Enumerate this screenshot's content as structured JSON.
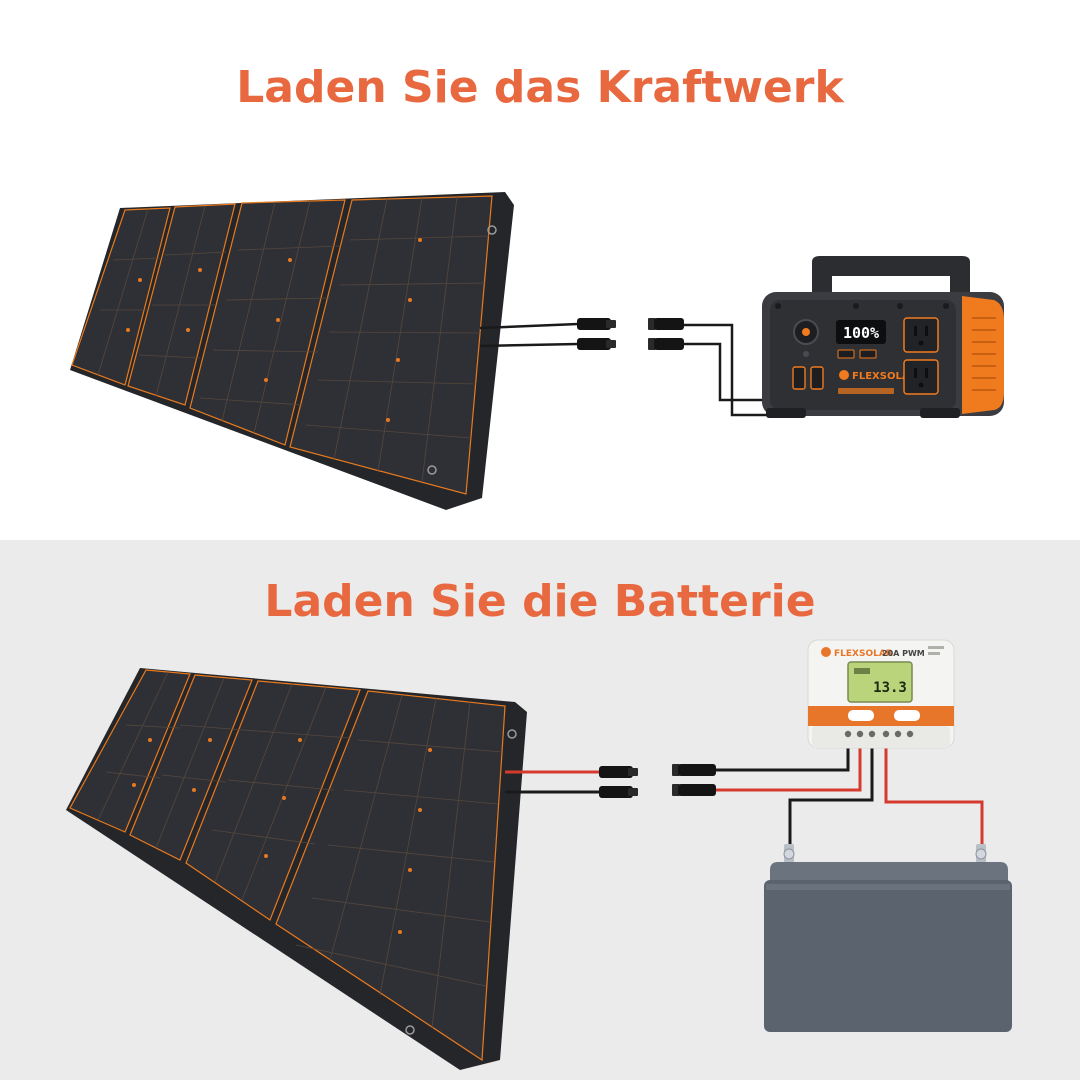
{
  "top": {
    "title": "Laden Sie das Kraftwerk",
    "station": {
      "brand": "FLEXSOLAR",
      "display": "100%"
    }
  },
  "bottom": {
    "title": "Laden Sie die Batterie",
    "controller": {
      "brand": "FLEXSOLAR",
      "model": "20A PWM",
      "display": "13.3"
    }
  },
  "colors": {
    "title": "#e8683f",
    "panel": "#2b2c31",
    "panel_accent": "#e87a1e",
    "cable_black": "#1a1a1a",
    "cable_red": "#d63a2e",
    "battery": "#5b636f",
    "controller_orange": "#e8762a",
    "station_body": "#3a3c41",
    "station_accent": "#f07a1e",
    "lcd_green": "#b9d47a"
  }
}
